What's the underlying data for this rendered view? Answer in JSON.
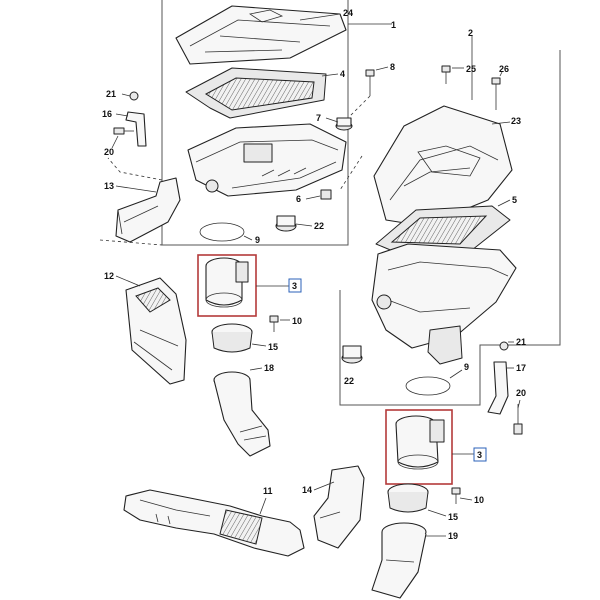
{
  "diagram": {
    "labels": {
      "n1": "1",
      "n2": "2",
      "n3a": "3",
      "n3b": "3",
      "n4": "4",
      "n5": "5",
      "n6": "6",
      "n7": "7",
      "n8": "8",
      "n9a": "9",
      "n9b": "9",
      "n10a": "10",
      "n10b": "10",
      "n11": "11",
      "n12": "12",
      "n13": "13",
      "n14": "14",
      "n15a": "15",
      "n15b": "15",
      "n16": "16",
      "n17": "17",
      "n18": "18",
      "n19": "19",
      "n20a": "20",
      "n20b": "20",
      "n21a": "21",
      "n21b": "21",
      "n22a": "22",
      "n22b": "22",
      "n23": "23",
      "n24": "24",
      "n25": "25",
      "n26": "26"
    },
    "colors": {
      "highlight": "#b43a3a",
      "reference_box": "#2b62b8"
    }
  }
}
